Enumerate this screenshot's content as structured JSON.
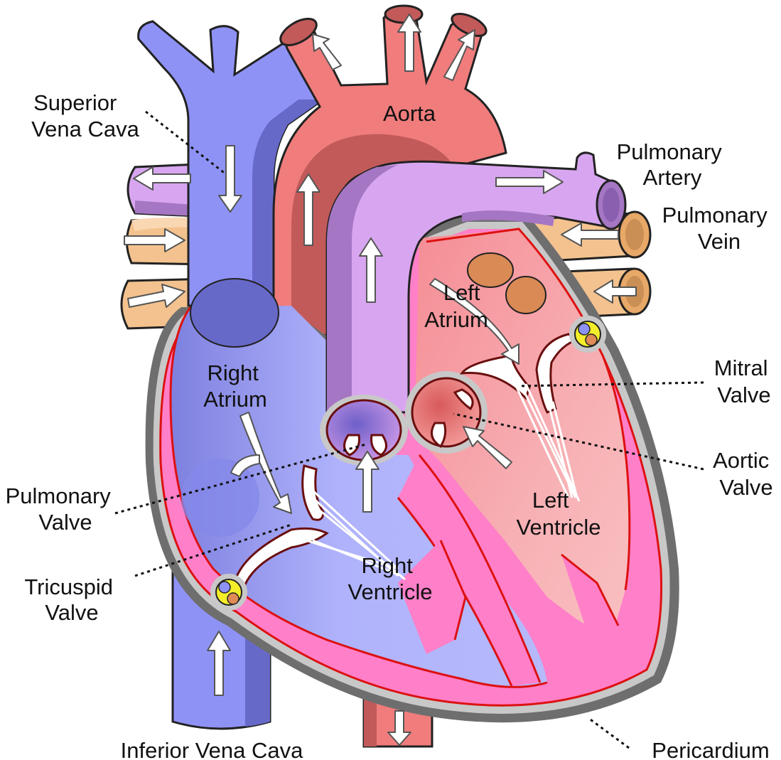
{
  "labels": {
    "superior_vena_cava": [
      "Superior",
      "Vena Cava"
    ],
    "aorta": "Aorta",
    "pulmonary_artery": [
      "Pulmonary",
      "Artery"
    ],
    "pulmonary_vein": [
      "Pulmonary",
      "Vein"
    ],
    "left_atrium": [
      "Left",
      "Atrium"
    ],
    "right_atrium": [
      "Right",
      "Atrium"
    ],
    "mitral_valve": [
      "Mitral",
      "Valve"
    ],
    "aortic_valve": [
      "Aortic",
      "Valve"
    ],
    "pulmonary_valve": [
      "Pulmonary",
      "Valve"
    ],
    "left_ventricle": [
      "Left",
      "Ventricle"
    ],
    "right_ventricle": [
      "Right",
      "Ventricle"
    ],
    "tricuspid_valve": [
      "Tricuspid",
      "Valve"
    ],
    "inferior_vena_cava": "Inferior Vena Cava",
    "pericardium": "Pericardium"
  },
  "colors": {
    "vena_cava_blue": "#8f92f5",
    "vena_cava_dark": "#6769c9",
    "aorta_red": "#f07c7c",
    "aorta_dark": "#c25a5a",
    "pulmonary_artery_purple": "#d8a6f0",
    "pulmonary_artery_dark": "#a576c4",
    "pulmonary_vein_tan": "#f4c28e",
    "pulmonary_vein_dark": "#c98f55",
    "myocardium_pink": "#ff7fc8",
    "right_chamber_lavender": "#b0b3fb",
    "left_chamber_pink": "#f7a7ad",
    "pericardium_gray": "#6e6e6e",
    "pericardium_light": "#c8c8c8",
    "wall_outline_red": "#dd1111"
  }
}
